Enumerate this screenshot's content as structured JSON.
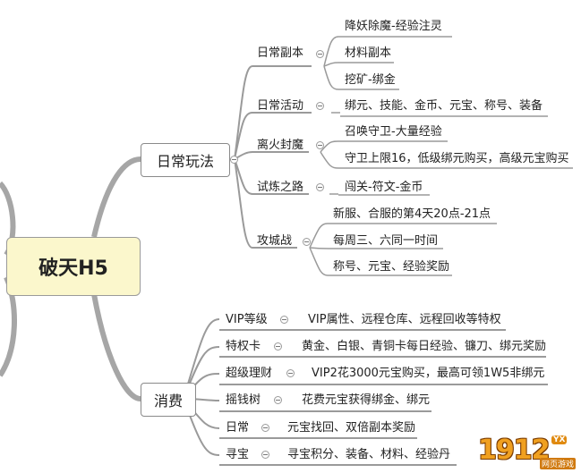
{
  "root": {
    "label": "破天H5"
  },
  "branches": {
    "daily": {
      "label": "日常玩法"
    },
    "spend": {
      "label": "消费"
    }
  },
  "daily": [
    {
      "label": "日常副本",
      "items": [
        "降妖除魔-经验注灵",
        "材料副本",
        "挖矿-绑金"
      ]
    },
    {
      "label": "日常活动",
      "items": [
        "绑元、技能、金币、元宝、称号、装备"
      ]
    },
    {
      "label": "离火封魔",
      "items": [
        "召唤守卫-大量经验",
        "守卫上限16，低级绑元购买，高级元宝购买"
      ]
    },
    {
      "label": "试炼之路",
      "items": [
        "闯关-符文-金币"
      ]
    },
    {
      "label": "攻城战",
      "items": [
        "新服、合服的第4天20点-21点",
        "每周三、六同一时间",
        "称号、元宝、经验奖励"
      ]
    }
  ],
  "spend": [
    {
      "label": "VIP等级",
      "detail": "VIP属性、远程仓库、远程回收等特权"
    },
    {
      "label": "特权卡",
      "detail": "黄金、白银、青铜卡每日经验、镰刀、绑元奖励"
    },
    {
      "label": "超级理财",
      "detail": "VIP2花3000元宝购买，最高可领1W5非绑元"
    },
    {
      "label": "摇钱树",
      "detail": "花费元宝获得绑金、绑元"
    },
    {
      "label": "日常",
      "detail": "元宝找回、双倍副本奖励"
    },
    {
      "label": "寻宝",
      "detail": "寻宝积分、装备、材料、经验丹"
    }
  ],
  "watermark": {
    "number": "1912",
    "badge": "YX",
    "sub": "网页游戏"
  }
}
